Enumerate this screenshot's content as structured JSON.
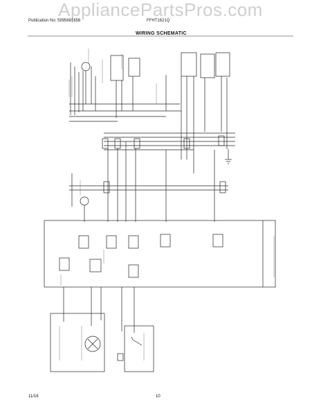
{
  "watermark": "AppliancePartsPros.com",
  "header": {
    "publication": "Publication No: 5995681656",
    "model": "FFHT1621Q"
  },
  "title": "WIRING SCHEMATIC",
  "footer": {
    "date": "11/16",
    "page": "10"
  }
}
